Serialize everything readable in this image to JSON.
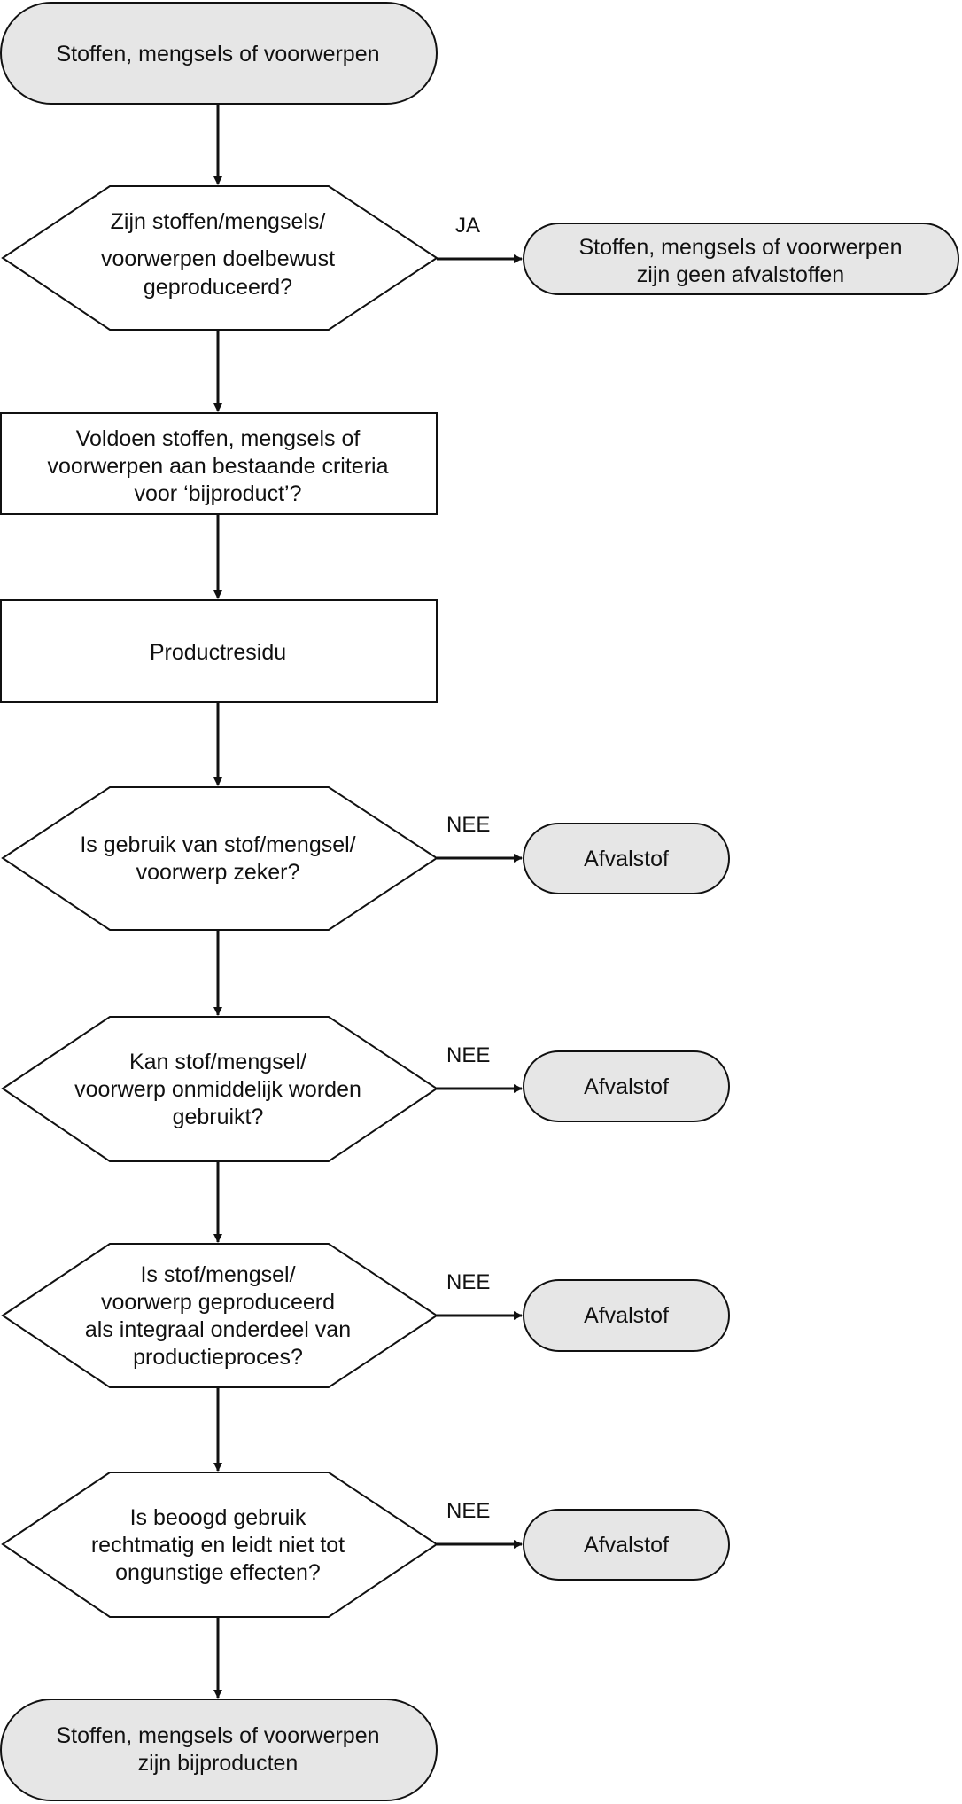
{
  "start": [
    "Stoffen, mengsels of voorwerpen"
  ],
  "q1": [
    "Zijn stoffen/mengsels/",
    "voorwerpen doelbewust",
    "geproduceerd?"
  ],
  "q1_yes_label": "JA",
  "q1_yes_result": [
    "Stoffen, mengsels of voorwerpen",
    "zijn geen afvalstoffen"
  ],
  "box1": [
    "Voldoen stoffen, mengsels of",
    "voorwerpen aan bestaande criteria",
    "voor ‘bijproduct’?"
  ],
  "box2": [
    "Productresidu"
  ],
  "q2": [
    "Is gebruik van stof/mengsel/",
    "voorwerp zeker?"
  ],
  "q3": [
    "Kan stof/mengsel/",
    "voorwerp onmiddelijk worden",
    "gebruikt?"
  ],
  "q4": [
    "Is stof/mengsel/",
    "voorwerp geproduceerd",
    "als integraal onderdeel van",
    "productieproces?"
  ],
  "q5": [
    "Is beoogd gebruik",
    "rechtmatig en leidt niet tot",
    "ongunstige effecten?"
  ],
  "no_label": "NEE",
  "no_result": "Afvalstof",
  "end": [
    "Stoffen, mengsels of voorwerpen",
    "zijn bijproducten"
  ]
}
